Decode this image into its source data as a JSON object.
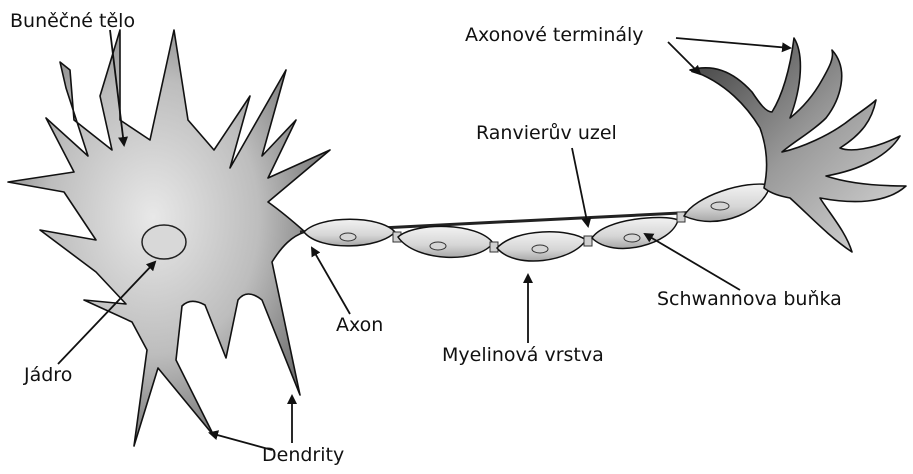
{
  "labels": {
    "cell_body": "Buněčné tělo",
    "axon_terminals": "Axonové terminály",
    "ranvier_node": "Ranvierův uzel",
    "schwann_cell": "Schwannova buňka",
    "axon": "Axon",
    "myelin_sheath": "Myelinová vrstva",
    "nucleus": "Jádro",
    "dendrites": "Dendrity"
  },
  "colors": {
    "cell_fill_light": "#e6e6e6",
    "cell_fill_dark": "#3a3a3a",
    "outline": "#111111",
    "myelin_fill": "#d9d9d9"
  }
}
